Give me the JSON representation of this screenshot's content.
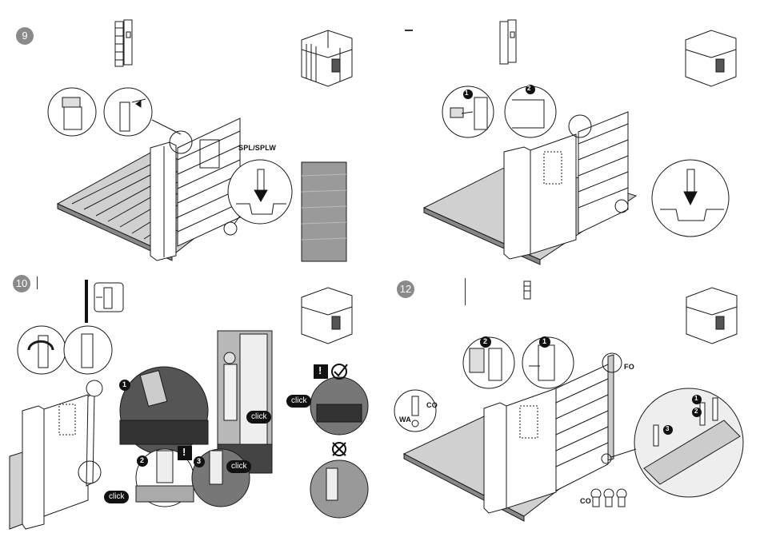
{
  "steps": {
    "s9": {
      "number": "9"
    },
    "s11": {
      "number": ""
    },
    "s10": {
      "number": "10"
    },
    "s12": {
      "number": "12"
    }
  },
  "labels": {
    "spl_splw": "SPL/SPLW",
    "click": "click",
    "fo": "FO",
    "co": "CO",
    "wa": "WA",
    "co_bottom": "CO"
  },
  "markers": {
    "one": "1",
    "two": "2",
    "three": "3",
    "warning": "!"
  },
  "colors": {
    "line": "#1a1a1a",
    "panel_fill": "#ffffff",
    "floor_fill": "#d8d8d8",
    "photo_grey": "#9a9a9a",
    "badge": "#8a8a8a",
    "marker": "#111111"
  }
}
